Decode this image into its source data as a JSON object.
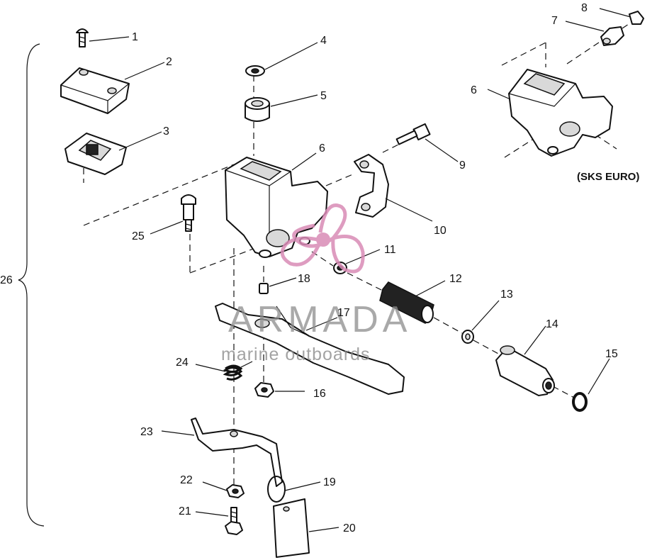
{
  "callouts": [
    "1",
    "2",
    "3",
    "4",
    "5",
    "6",
    "6",
    "7",
    "8",
    "9",
    "10",
    "11",
    "12",
    "13",
    "14",
    "15",
    "16",
    "17",
    "18",
    "19",
    "20",
    "21",
    "22",
    "23",
    "24",
    "25",
    "26"
  ],
  "variant_note": "(SKS EURO)",
  "watermark": {
    "brand": "ARMADA",
    "tagline": "marine outboards",
    "accent_color": "#d98bb6",
    "text_color": "#8d8d8d"
  }
}
